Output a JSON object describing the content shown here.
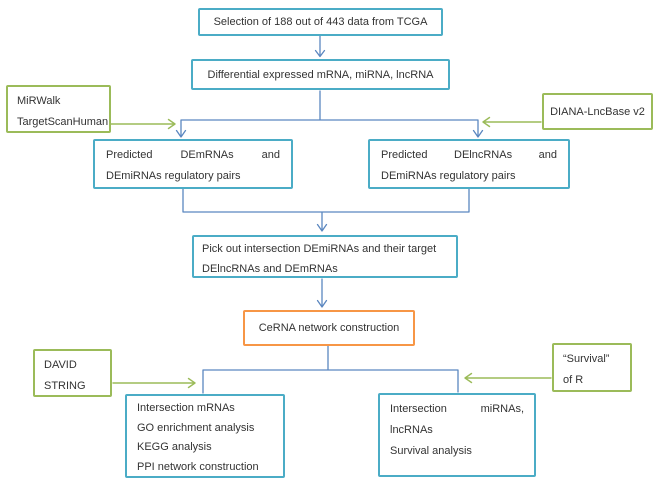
{
  "theme": {
    "teal": "#4BACC6",
    "green": "#9BBB59",
    "orange": "#F79646",
    "line": "#5B87C0",
    "text": "#333333",
    "bg": "#FFFFFF"
  },
  "nodes": {
    "selection": "Selection of 188 out of 443 data from TCGA",
    "differential": "Differential expressed mRNA, miRNA, lncRNA",
    "mirwalk": {
      "line1": "MiRWalk",
      "line2": "TargetScanHuman"
    },
    "diana": "DIANA-LncBase v2",
    "predicted_mrna": {
      "w1": "Predicted",
      "w2": "DEmRNAs",
      "w3": "and",
      "line2": "DEmiRNAs regulatory pairs"
    },
    "predicted_lncrna": {
      "w1": "Predicted",
      "w2": "DElncRNAs",
      "w3": "and",
      "line2": "DEmiRNAs regulatory pairs"
    },
    "pick": {
      "line1": "Pick out intersection DEmiRNAs and their target",
      "line2": "DElncRNAs and DEmRNAs"
    },
    "cerna": "CeRNA network construction",
    "david": {
      "line1": "DAVID",
      "line2": "STRING"
    },
    "survival": {
      "line1": "“Survival”",
      "line2": "of R"
    },
    "mrna_analysis": {
      "line1": "Intersection mRNAs",
      "line2": "GO enrichment analysis",
      "line3": "KEGG analysis",
      "line4": "PPI network construction"
    },
    "mirna_analysis": {
      "w1": "Intersection",
      "w2": "miRNAs,",
      "line2": "lncRNAs",
      "line3": "Survival analysis"
    }
  }
}
